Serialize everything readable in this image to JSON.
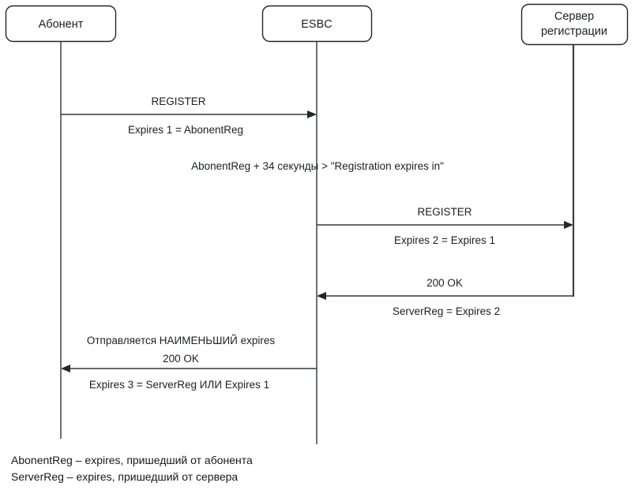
{
  "diagram": {
    "type": "sequence-diagram",
    "background_color": "#ffffff",
    "line_color": "#33373d",
    "text_color": "#1c1f24",
    "actors": [
      {
        "id": "abonent",
        "label": "Абонент",
        "label_line2": ""
      },
      {
        "id": "esbc",
        "label": "ESBC",
        "label_line2": ""
      },
      {
        "id": "server",
        "label": "Сервер",
        "label_line2": "регистрации"
      }
    ],
    "messages": [
      {
        "id": "msg-register-1",
        "from": "abonent",
        "to": "esbc",
        "direction": "right",
        "label_above": "REGISTER",
        "label_below": "Expires 1 = AbonentReg"
      },
      {
        "id": "msg-register-2",
        "from": "esbc",
        "to": "server",
        "direction": "right",
        "label_above": "REGISTER",
        "label_below": "Expires 2 = Expires 1"
      },
      {
        "id": "msg-200ok-server",
        "from": "server",
        "to": "esbc",
        "direction": "left",
        "label_above": "200 OK",
        "label_below": "ServerReg = Expires 2"
      },
      {
        "id": "msg-200ok-abonent",
        "from": "esbc",
        "to": "abonent",
        "direction": "left",
        "label_above_1": "Отправляется НАИМЕНЬШИЙ expires",
        "label_above_2": "200 OK",
        "label_below": "Expires 3 = ServerReg ИЛИ Expires 1"
      }
    ],
    "notes": [
      {
        "id": "note-expiry-check",
        "text": "AbonentReg + 34 секунды > \"Registration expires in\""
      }
    ],
    "legend": [
      "AbonentReg – expires, пришедший от абонента",
      "ServerReg – expires, пришедший от сервера"
    ]
  }
}
